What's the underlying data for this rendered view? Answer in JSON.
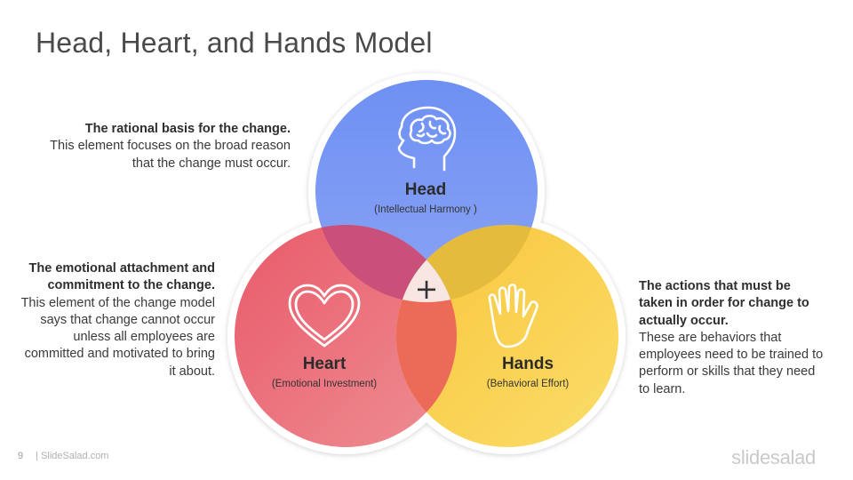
{
  "slide": {
    "title": "Head, Heart, and Hands Model",
    "page_number": "9",
    "footer_site": "| SlideSalad.com",
    "logo_text": "slidesalad"
  },
  "center_symbol": "+",
  "circles": {
    "head": {
      "name": "Head",
      "subtitle": "(Intellectual Harmony )",
      "color": "#6f8ff2",
      "icon": "brain-head-icon"
    },
    "heart": {
      "name": "Heart",
      "subtitle": "(Emotional Investment)",
      "color": "#e8626f",
      "icon": "heart-icon"
    },
    "hands": {
      "name": "Hands",
      "subtitle": "(Behavioral Effort)",
      "color": "#f9cf45",
      "icon": "hand-icon"
    }
  },
  "descriptions": {
    "head": {
      "heading": "The rational basis for the change.",
      "body": "This element focuses on the broad reason that the change must occur."
    },
    "heart": {
      "heading": "The emotional attachment and commitment to the change.",
      "body": "This element of the change model says that change cannot occur unless all employees are committed and motivated to bring it about."
    },
    "hands": {
      "heading": "The actions that must be taken in order for change to actually occur.",
      "body": "These are behaviors that employees need to be trained to perform or skills that they need to learn."
    }
  }
}
